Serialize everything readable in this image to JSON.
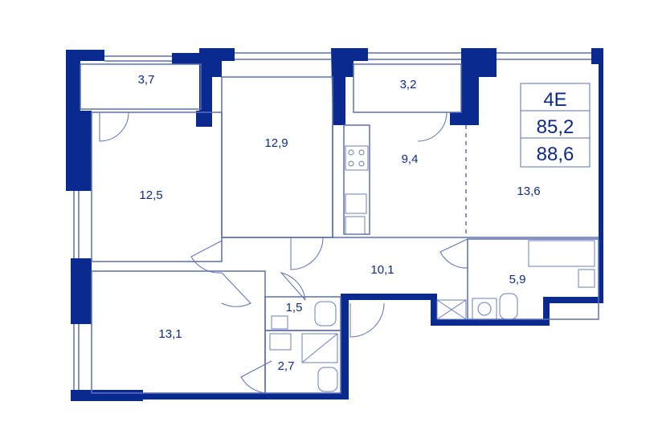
{
  "colors": {
    "wall": "#0a2a8f",
    "thin_line": "#5b6fb8",
    "fixture": "#6a7cc0",
    "text": "#0d2a8a",
    "background": "#ffffff"
  },
  "info_box": {
    "apartment_type": "4E",
    "living_area": "85,2",
    "total_area": "88,6"
  },
  "rooms": {
    "balcony_left": "3,7",
    "bedroom_center": "12,9",
    "balcony_right": "3,2",
    "kitchen": "9,4",
    "living_room": "13,6",
    "bedroom_left": "12,5",
    "hallway": "10,1",
    "bathroom": "5,9",
    "toilet": "1,5",
    "bedroom_bottom": "13,1",
    "shower_room": "2,7"
  }
}
